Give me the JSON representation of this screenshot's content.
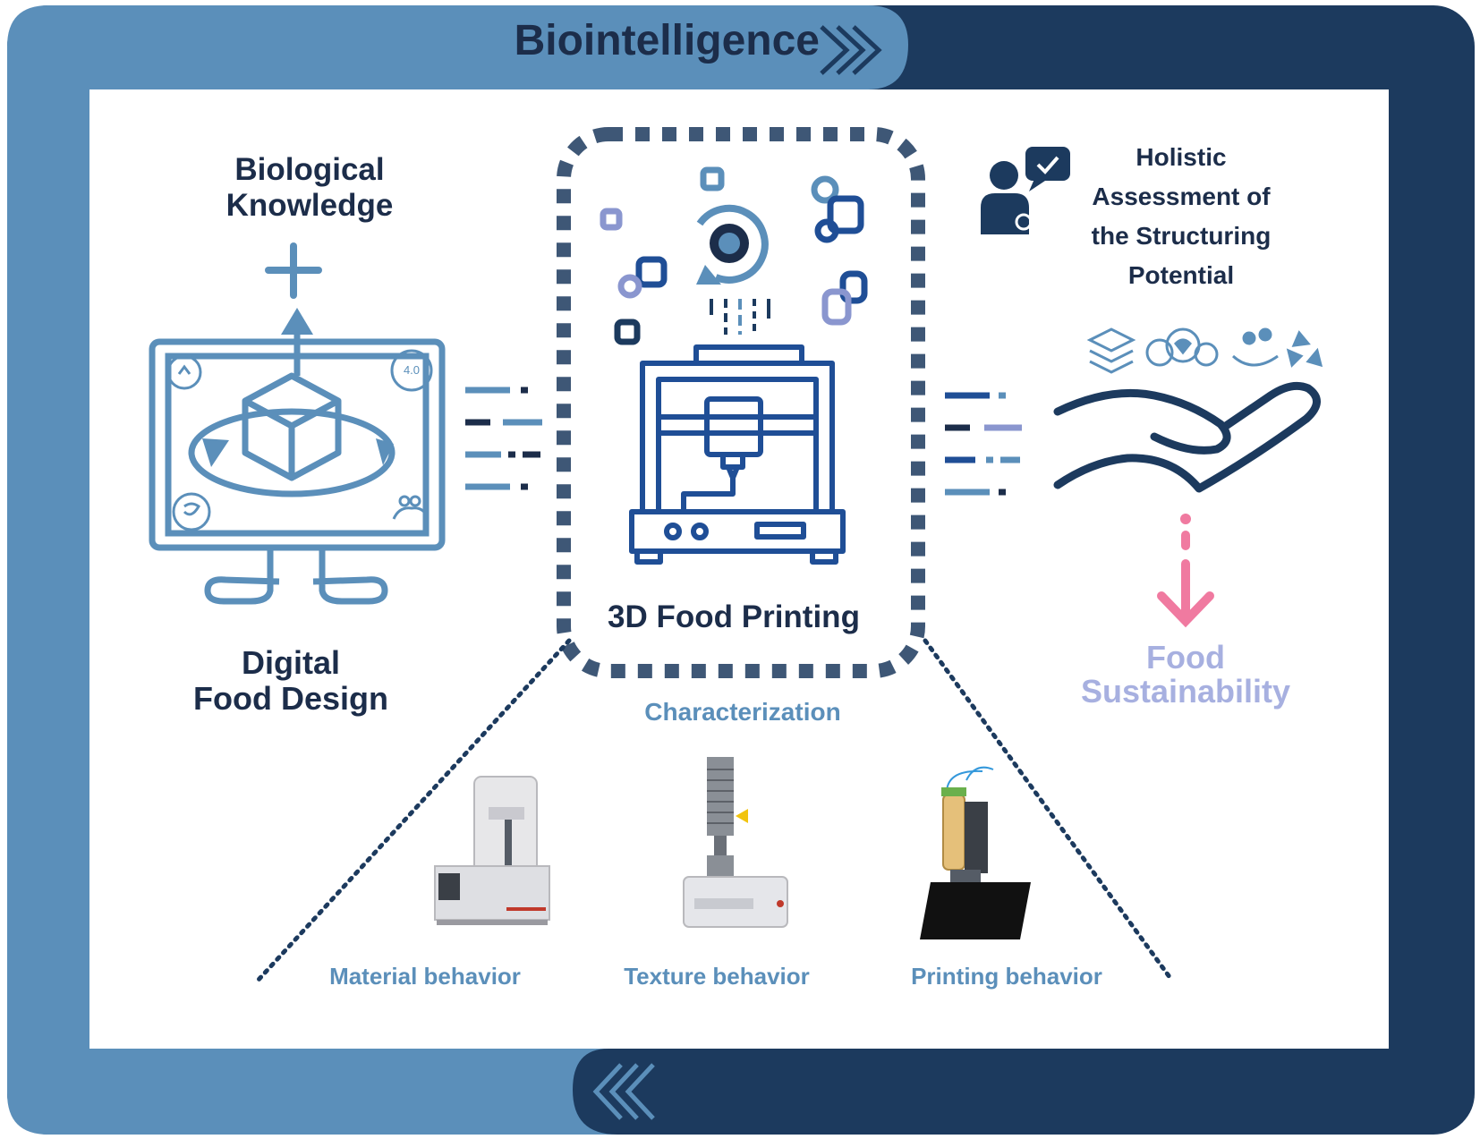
{
  "header": {
    "title": "Biointelligence"
  },
  "left": {
    "top_label_line1": "Biological",
    "top_label_line2": "Knowledge",
    "bottom_label_line1": "Digital",
    "bottom_label_line2": "Food Design",
    "badge_text": "4.0"
  },
  "center": {
    "title": "3D Food Printing",
    "subtitle": "Characterization",
    "instruments": [
      {
        "label": "Material behavior"
      },
      {
        "label": "Texture behavior"
      },
      {
        "label": "Printing behavior"
      }
    ]
  },
  "right": {
    "title_line1": "Holistic",
    "title_line2": "Assessment of",
    "title_line3": "the Structuring",
    "title_line4": "Potential",
    "outcome_line1": "Food",
    "outcome_line2": "Sustainability"
  },
  "colors": {
    "outer_light": "#5b8fba",
    "outer_dark": "#1c3a5e",
    "navy_text": "#1c2d4a",
    "steel_blue": "#5b8fba",
    "periwinkle": "#8a96cf",
    "pink": "#f07aa0",
    "printer_blue": "#1f4e96"
  },
  "icons": {
    "header_arrow": "chevrons-right-icon",
    "footer_arrow": "chevrons-left-icon",
    "monitor": "monitor-icon",
    "cube": "cube-icon",
    "plus": "plus-icon",
    "printer": "3d-printer-icon",
    "hand": "open-hand-icon",
    "person": "person-chat-icon",
    "down_arrow": "arrow-down-icon"
  }
}
